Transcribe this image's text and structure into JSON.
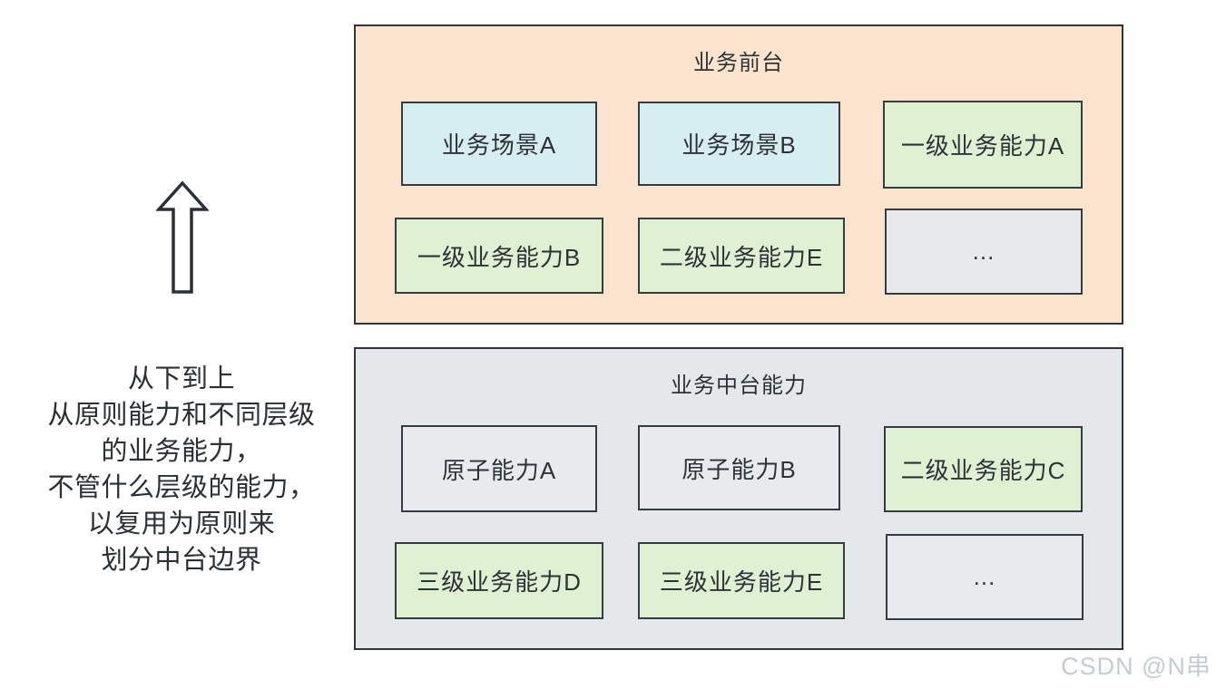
{
  "annotation": {
    "arrow_icon": "up-arrow",
    "lines": [
      "从下到上",
      "从原则能力和不同层级",
      "的业务能力，",
      "不管什么层级的能力，",
      "以复用为原则来",
      "划分中台边界"
    ]
  },
  "containers": {
    "front": {
      "title": "业务前台",
      "bg": "#fbe3cd",
      "boxes": [
        {
          "label": "业务场景A",
          "bg": "#d6edf2"
        },
        {
          "label": "业务场景B",
          "bg": "#d6edf2"
        },
        {
          "label": "一级业务能力A",
          "bg": "#dff0d3"
        },
        {
          "label": "一级业务能力B",
          "bg": "#dff0d3"
        },
        {
          "label": "二级业务能力E",
          "bg": "#dff0d3"
        },
        {
          "label": "...",
          "bg": "#e7eaec"
        }
      ]
    },
    "middle": {
      "title": "业务中台能力",
      "bg": "#e5e8ea",
      "boxes": [
        {
          "label": "原子能力A",
          "bg": "#e8ebed"
        },
        {
          "label": "原子能力B",
          "bg": "#e8ebed"
        },
        {
          "label": "二级业务能力C",
          "bg": "#dff0d3"
        },
        {
          "label": "三级业务能力D",
          "bg": "#dff0d3"
        },
        {
          "label": "三级业务能力E",
          "bg": "#dff0d3"
        },
        {
          "label": "...",
          "bg": "#e8ebed"
        }
      ]
    }
  },
  "colors": {
    "container_border": "#2f353b",
    "box_border": "#363b41",
    "text": "#2d3237",
    "arrow_stroke": "#2b3036",
    "watermark": "#c7ccd0"
  },
  "watermark": {
    "text": "CSDN @N串"
  }
}
